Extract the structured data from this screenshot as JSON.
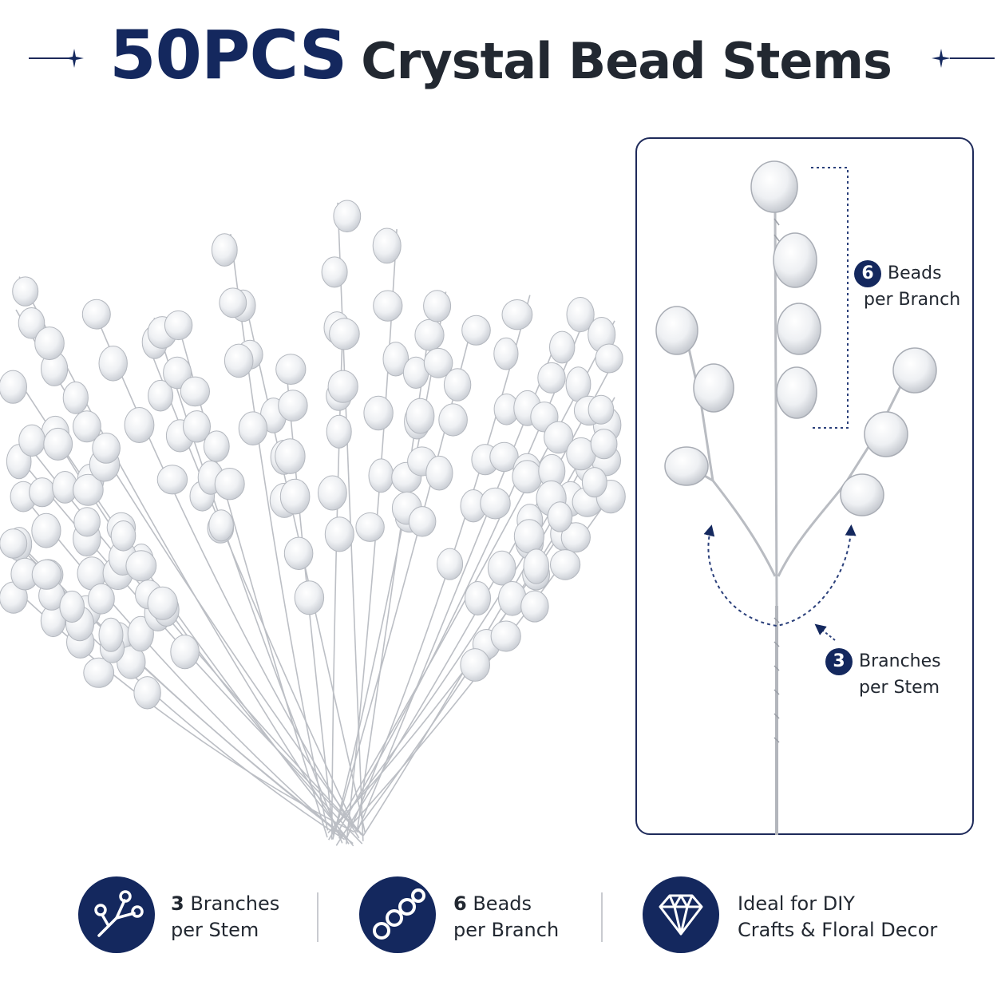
{
  "header": {
    "count": "50PCS",
    "title": "Crystal Bead Stems"
  },
  "detail": {
    "beads": {
      "number": "6",
      "line1": "Beads",
      "line2": "per Branch"
    },
    "branches": {
      "number": "3",
      "line1": "Branches",
      "line2": "per Stem"
    }
  },
  "features": [
    {
      "icon": "branch-icon",
      "number": "3",
      "line1": "Branches",
      "line2": "per Stem"
    },
    {
      "icon": "bead-chain-icon",
      "number": "6",
      "line1": "Beads",
      "line2": "per Branch"
    },
    {
      "icon": "diamond-icon",
      "number": "",
      "line1": "Ideal for DIY",
      "line2": "Crafts & Floral Decor"
    }
  ],
  "colors": {
    "navy": "#14285e",
    "text": "#222831",
    "wire": "#b9bcc2"
  }
}
